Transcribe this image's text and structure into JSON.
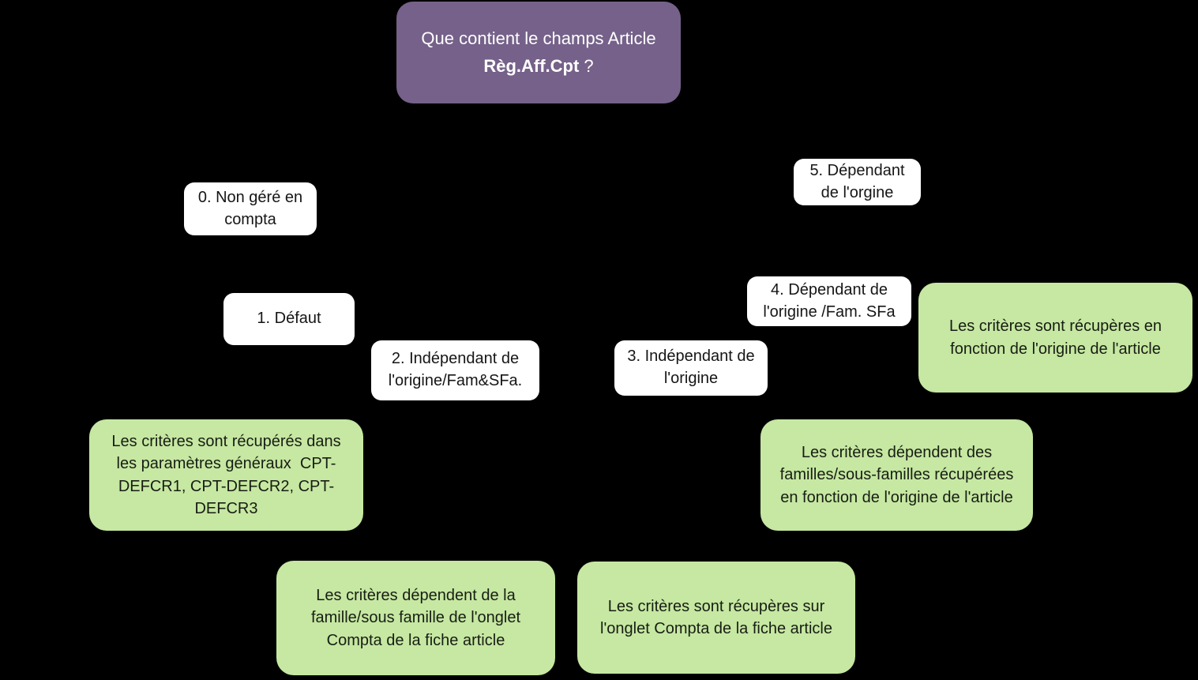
{
  "diagram": {
    "background_color": "#000000",
    "colors": {
      "question_fill": "#756189",
      "question_text": "#ffffff",
      "option_fill": "#ffffff",
      "option_text": "#161616",
      "detail_fill": "#c6e8a2",
      "detail_text": "#181d14"
    },
    "root": {
      "line1": "Que contient le champs Article",
      "line2_bold": "Règ.Aff.Cpt",
      "line2_suffix": " ?"
    },
    "options": [
      {
        "label": "0. Non géré en\ncompta"
      },
      {
        "label": "1. Défaut"
      },
      {
        "label": "2. Indépendant de\nl'origine/Fam&SFa."
      },
      {
        "label": "3. Indépendant de\nl'origine"
      },
      {
        "label": "4. Dépendant de\nl'origine /Fam. SFa"
      },
      {
        "label": "5. Dépendant\nde l'orgine"
      }
    ],
    "details": [
      {
        "label": "Les critères sont récupérés dans\nles paramètres généraux  CPT-\nDEFCR1, CPT-DEFCR2, CPT-\nDEFCR3"
      },
      {
        "label": "Les critères dépendent de la\nfamille/sous famille de l'onglet\nCompta de la fiche article"
      },
      {
        "label": "Les critères sont récupères sur\nl'onglet Compta de la fiche article"
      },
      {
        "label": "Les critères dépendent des\nfamilles/sous-familles récupérées\nen fonction de l'origine de l'article"
      },
      {
        "label": "Les critères sont récupères en\nfonction de l'origine de l'article"
      }
    ]
  }
}
